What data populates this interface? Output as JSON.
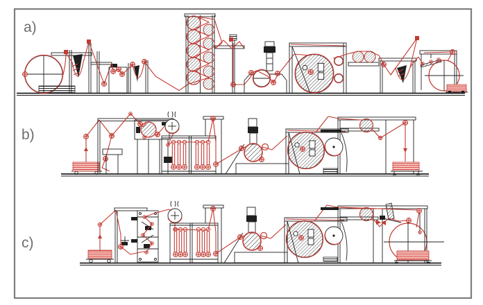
{
  "figure": {
    "panels": [
      {
        "id": "a",
        "label": "a)"
      },
      {
        "id": "b",
        "label": "b)"
      },
      {
        "id": "c",
        "label": "c)"
      }
    ]
  },
  "colors": {
    "ink": "#1f1f1f",
    "red": "#c13b33",
    "pile_red": "#d4241c",
    "label": "#6e6e6e",
    "border": "#7e7e7e",
    "background": "#ffffff"
  }
}
